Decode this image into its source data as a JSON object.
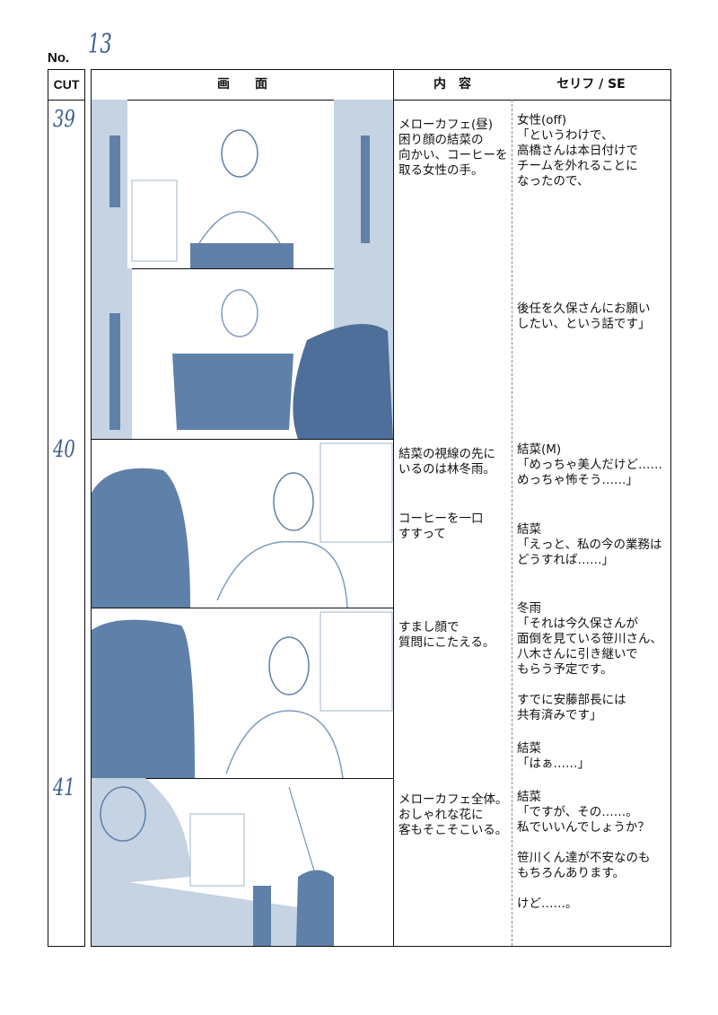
{
  "header": {
    "no_label": "No.",
    "no_value": "13",
    "cut": "CUT",
    "screen": "画　　面",
    "contents": "内　容",
    "dialogue": "セリフ / SE"
  },
  "cuts": [
    {
      "number": "39",
      "contents": [
        "メローカフェ(昼)\n困り顔の結菜の\n向かい、コーヒーを\n取る女性の手。"
      ],
      "dialogue": [
        "女性(off)\n「というわけで、\n高橋さんは本日付けで\nチームを外れることに\nなったので、",
        "後任を久保さんにお願い\nしたい、という話です」"
      ]
    },
    {
      "number": "40",
      "contents": [
        "結菜の視線の先に\nいるのは林冬雨。",
        "コーヒーを一口\nすすって",
        "すまし顔で\n質問にこたえる。"
      ],
      "dialogue": [
        "結菜(M)\n「めっちゃ美人だけど……\nめっちゃ怖そう……」",
        "結菜\n「えっと、私の今の業務は\nどうすれば……」",
        "冬雨\n「それは今久保さんが\n面倒を見ている笹川さん、\n八木さんに引き継いで\nもらう予定です。\n\nすでに安藤部長には\n共有済みです」",
        "結菜\n「はぁ……」"
      ]
    },
    {
      "number": "41",
      "contents": [
        "メローカフェ全体。\nおしゃれな花に\n客もそこそこいる。"
      ],
      "dialogue": [
        "結菜\n「ですが、その……。\n私でいいんでしょうか？\n\n笹川くん達が不安なのも\nもちろんあります。\n\nけど……。"
      ]
    }
  ],
  "colors": {
    "ink": "#111111",
    "sketch": "#5f80a8",
    "sketch_light": "#c5d3e3",
    "cut_number": "#3d5f8f"
  }
}
